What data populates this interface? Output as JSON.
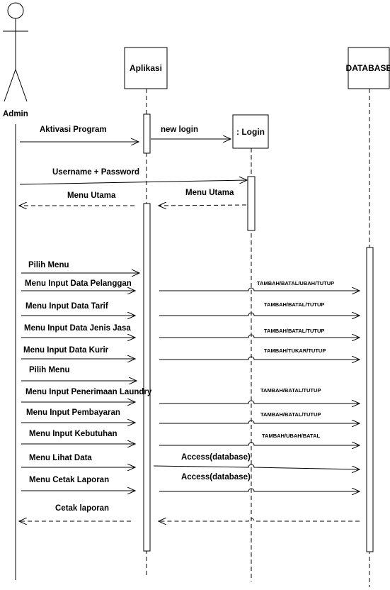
{
  "actors": {
    "admin": "Admin",
    "aplikasi": "Aplikasi",
    "login": ": Login",
    "database": "DATABASE"
  },
  "messages": {
    "aktivasi": "Aktivasi Program",
    "new_login": "new login",
    "username": "Username + Password",
    "menu_utama_left": "Menu Utama",
    "menu_utama_right": "Menu Utama",
    "pilih_menu_1": "Pilih Menu",
    "m_pelanggan": "Menu Input Data Pelanggan",
    "m_tarif": "Menu Input Data Tarif",
    "m_jenis_jasa": "Menu Input Data Jenis Jasa",
    "m_kurir": "Menu Input Data Kurir",
    "pilih_menu_2": "Pilih Menu",
    "m_penerimaan": "Menu Input Penerimaan Laundry",
    "m_pembayaran": "Menu Input Pembayaran",
    "m_kebutuhan": "Menu Input Kebutuhan",
    "m_lihat": "Menu Lihat Data",
    "m_cetak": "Menu Cetak Laporan",
    "cetak_laporan": "Cetak laporan",
    "access_1": "Access(database)",
    "access_2": "Access(database)"
  },
  "db_actions": {
    "pelanggan": "TAMBAH/BATAL/UBAH/TUTUP",
    "tarif": "TAMBAH/BATAL/TUTUP",
    "jenis_jasa": "TAMBAH/BATAL/TUTUP",
    "kurir": "TAMBAH/TUKAR/TUTUP",
    "penerimaan": "TAMBAH/BATAL/TUTUP",
    "pembayaran": "TAMBAH/BATAL/TUTUP",
    "kebutuhan": "TAMBAH/UBAH/BATAL"
  }
}
